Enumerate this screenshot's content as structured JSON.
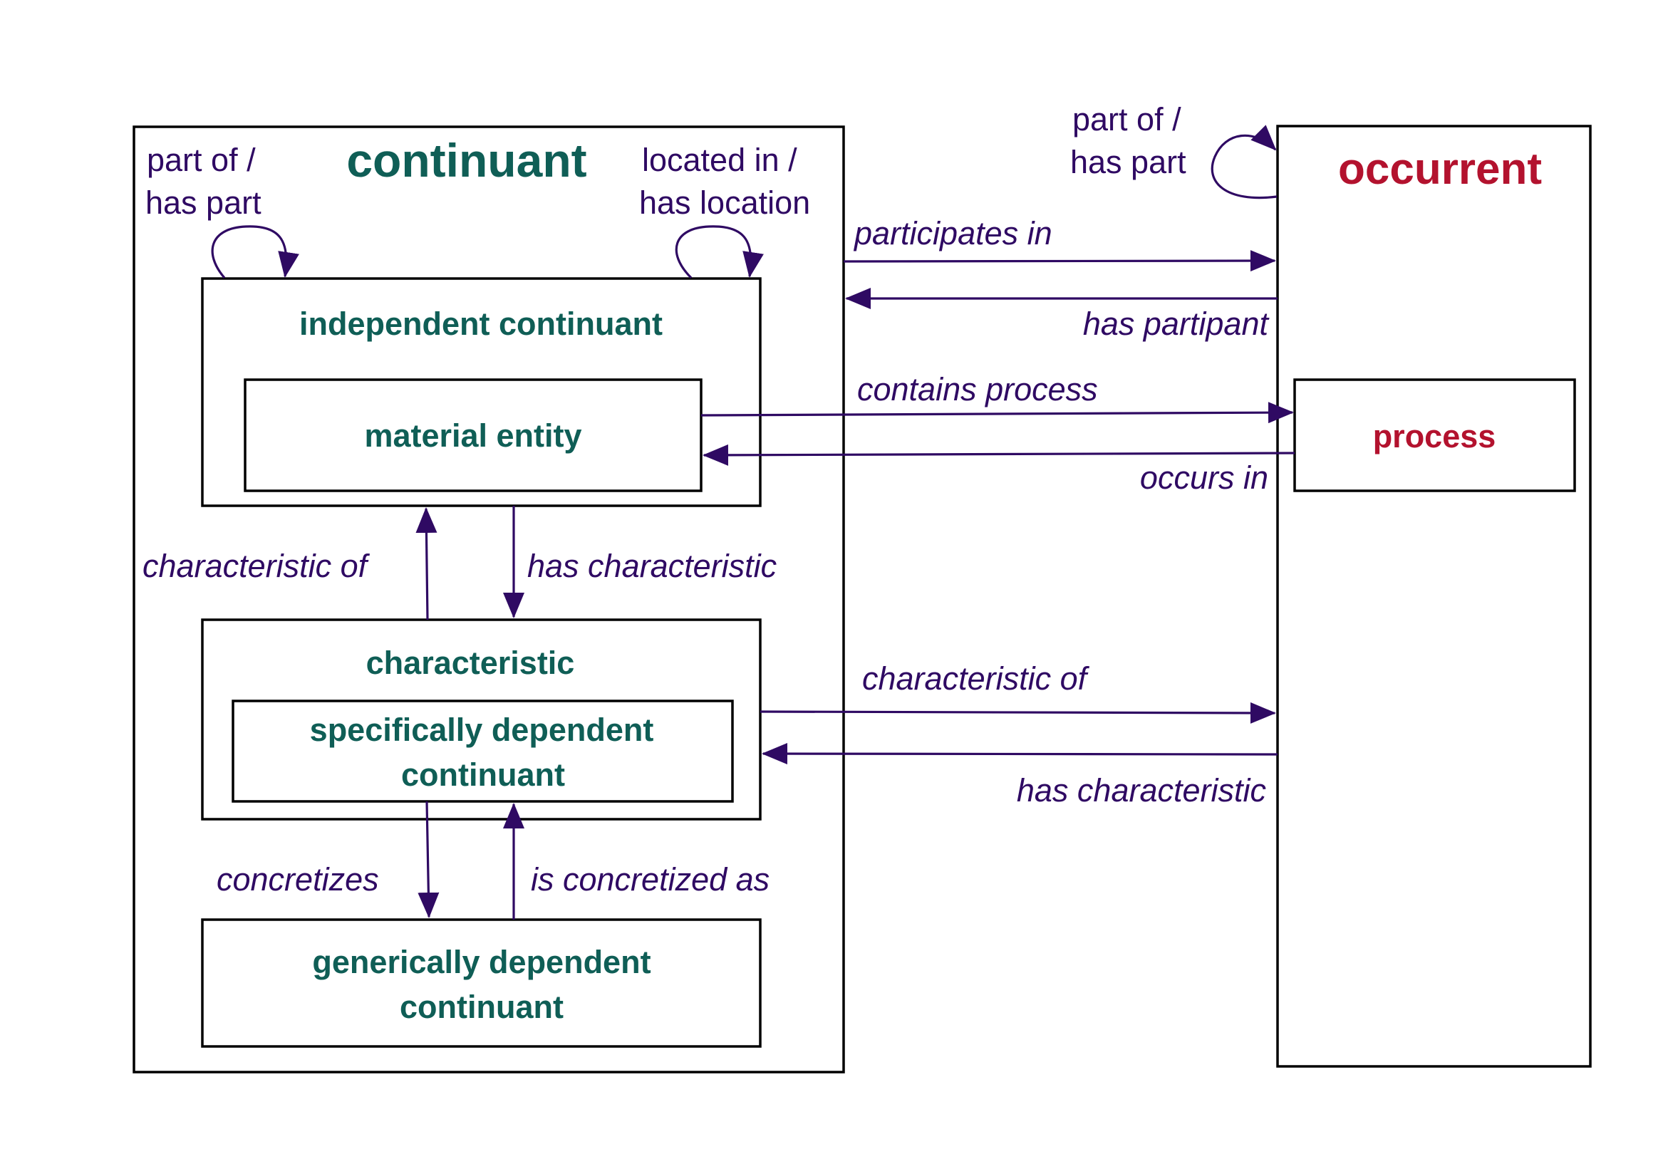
{
  "colors": {
    "continuant_text": "#0f5e56",
    "occurrent_text": "#b3122e",
    "relation": "#2f0a63",
    "box_stroke": "#000000"
  },
  "nodes": {
    "continuant": "continuant",
    "occurrent": "occurrent",
    "independent_continuant": "independent continuant",
    "material_entity": "material entity",
    "characteristic": "characteristic",
    "specifically_dependent_continuant": [
      "specifically dependent",
      "continuant"
    ],
    "generically_dependent_continuant": [
      "generically dependent",
      "continuant"
    ],
    "process": "process"
  },
  "relations": {
    "continuant_part_of": [
      "part of /",
      "has part"
    ],
    "continuant_located_in": [
      "located in  /",
      "has location"
    ],
    "occurrent_part_of": [
      "part of /",
      "has part"
    ],
    "participates_in": "participates in",
    "has_participant": "has partipant",
    "contains_process": "contains process",
    "occurs_in": "occurs in",
    "characteristic_of_left": "characteristic of",
    "has_characteristic_left": "has characteristic",
    "characteristic_of_right": "characteristic of",
    "has_characteristic_right": "has characteristic",
    "concretizes": "concretizes",
    "is_concretized_as": "is concretized as"
  }
}
